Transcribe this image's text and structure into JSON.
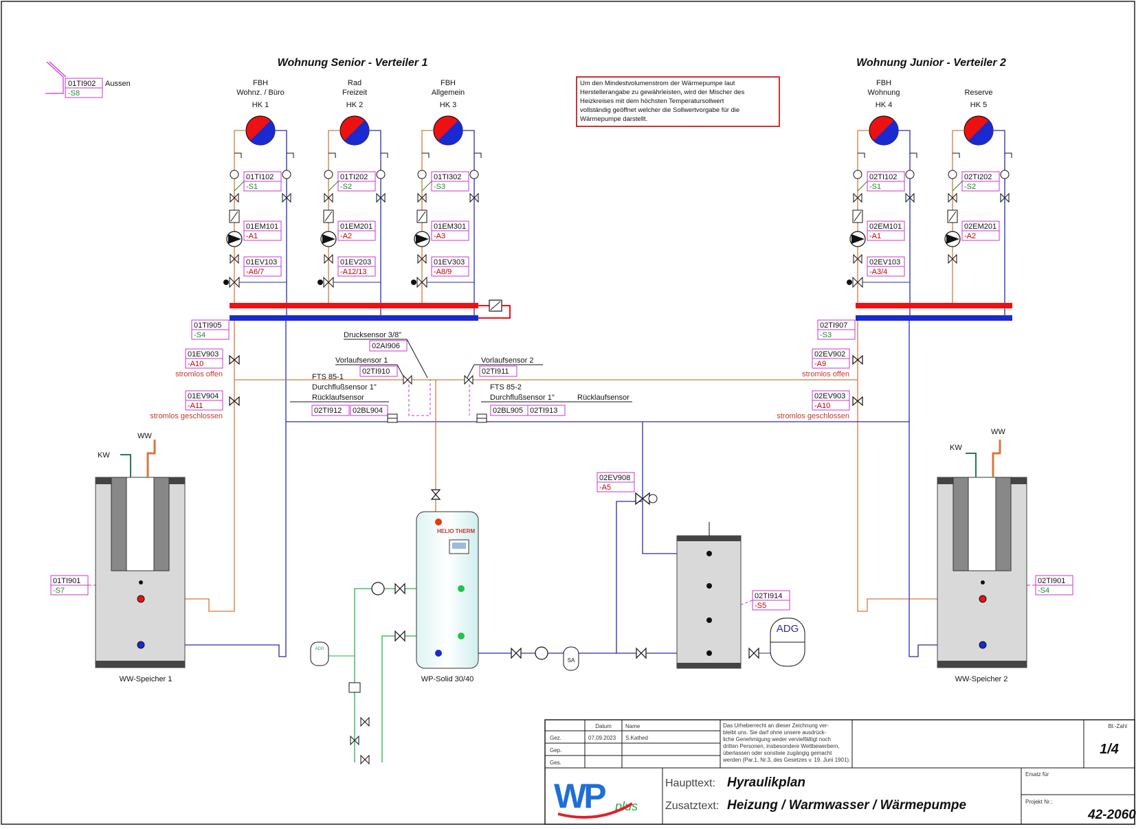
{
  "headings": {
    "left": "Wohnung Senior - Verteiler 1",
    "right": "Wohnung Junior - Verteiler 2"
  },
  "circuits": [
    {
      "line1": "FBH",
      "line2": "Wohnz. / Büro",
      "hk": "HK 1",
      "ti": "01TI102",
      "ti_sub": "-S1",
      "em": "01EM101",
      "em_sub": "-A1",
      "ev": "01EV103",
      "ev_sub": "-A6/7"
    },
    {
      "line1": "Rad",
      "line2": "Freizeit",
      "hk": "HK 2",
      "ti": "01TI202",
      "ti_sub": "-S2",
      "em": "01EM201",
      "em_sub": "-A2",
      "ev": "01EV203",
      "ev_sub": "-A12/13"
    },
    {
      "line1": "FBH",
      "line2": "Allgemein",
      "hk": "HK 3",
      "ti": "01TI302",
      "ti_sub": "-S3",
      "em": "01EM301",
      "em_sub": "-A3",
      "ev": "01EV303",
      "ev_sub": "-A8/9"
    },
    {
      "line1": "FBH",
      "line2": "Wohnung",
      "hk": "HK 4",
      "ti": "02TI102",
      "ti_sub": "-S1",
      "em": "02EM101",
      "em_sub": "-A1",
      "ev": "02EV103",
      "ev_sub": "-A3/4"
    },
    {
      "line1": "",
      "line2": "Reserve",
      "hk": "HK 5",
      "ti": "02TI202",
      "ti_sub": "-S2",
      "em": "02EM201",
      "em_sub": "-A2",
      "ev": "",
      "ev_sub": ""
    }
  ],
  "outside_sensor": {
    "tag": "01TI902",
    "sub": "-S8",
    "label": "Aussen"
  },
  "note": [
    "Um den Mindestvolumenstrom der Wärmepumpe laut",
    "Herstellerangabe zu gewährleisten, wird der Mischer des",
    "Heizkreises mit dem höchsten Temperatursollwert",
    "vollständig geöffnet welcher die Sollwertvorgabe für die",
    "Wärmepumpe darstellt."
  ],
  "left_side": {
    "ti905": "01TI905",
    "ti905_sub": "-S4",
    "ev903": "01EV903",
    "ev903_sub": "-A10",
    "ev903_note": "stromlos offen",
    "ev904": "01EV904",
    "ev904_sub": "-A11",
    "ev904_note": "stromlos geschlossen",
    "ti901": "01TI901",
    "ti901_sub": "-S7"
  },
  "right_side": {
    "ti907": "02TI907",
    "ti907_sub": "-S3",
    "ev902": "02EV902",
    "ev902_sub": "-A9",
    "ev902_note": "stromlos offen",
    "ev903": "02EV903",
    "ev903_sub": "-A10",
    "ev903_note": "stromlos geschlossen",
    "ti901": "02TI901",
    "ti901_sub": "-S4"
  },
  "center": {
    "drucksensor": "Drucksensor 3/8\"",
    "ai906": "02AI906",
    "vorlauf1": "Vorlaufsensor 1",
    "ti910": "02TI910",
    "vorlauf2": "Vorlaufsensor 2",
    "ti911": "02TI911",
    "fts1": "FTS 85-1",
    "durch1": "Durchflußsensor 1\"",
    "rueck1": "Rücklaufsensor",
    "ti912": "02TI912",
    "bl904": "02BL904",
    "fts2": "FTS 85-2",
    "durch2": "Durchflußsensor 1\"",
    "rueck2": "Rücklaufsensor",
    "bl905": "02BL905",
    "ti913": "02TI913",
    "ev908": "02EV908",
    "ev908_sub": "-A5",
    "ti914": "02TI914",
    "ti914_sub": "-S5"
  },
  "equipment": {
    "speicher1": "WW-Speicher 1",
    "speicher2": "WW-Speicher 2",
    "wp": "WP-Solid 30/40",
    "heliotherm": "HELIO THERM",
    "adg": "ADG",
    "adg_small": "ADG",
    "sa": "SA",
    "kw": "KW",
    "ww": "WW"
  },
  "titleblock": {
    "col_datum": "Datum",
    "col_name": "Name",
    "row_gez": "Gez.",
    "row_gep": "Gep.",
    "row_ges": "Ges.",
    "gez_datum": "07.09.2023",
    "gez_name": "S.Kathed",
    "copyright": [
      "Das Urheberrecht an dieser Zeichnung ver-",
      "bleibt uns. Sie darf ohne unsere ausdrück-",
      "liche Genehmigung weder vervielfältigt noch",
      "dritten Personen, insbesondere Wettbewerbern,",
      "überlassen oder sonstwie zugängig gemacht",
      "werden (Par.1, Nr.3, des Gesetzes v. 19. Juni 1901)."
    ],
    "bl_label": "Bl.-Zahl",
    "bl_value": "1/4",
    "haupttext_label": "Haupttext:",
    "haupttext": "Hyraulikplan",
    "zusatz_label": "Zusatztext:",
    "zusatz": "Heizung / Warmwasser / Wärmepumpe",
    "ersatz_label": "Ersatz für",
    "projekt_label": "Projekt Nr.:",
    "projekt": "42-2060",
    "logo_main": "WP",
    "logo_sub": "plus"
  },
  "colors": {
    "supply": "#d4783a",
    "return": "#2a2aa8",
    "hot_bar": "#ee1111",
    "cold_bar": "#1a2ad0",
    "tag_border": "#cc33cc",
    "cold_water": "#1f7a5a",
    "green_pipe": "#22b14c"
  }
}
